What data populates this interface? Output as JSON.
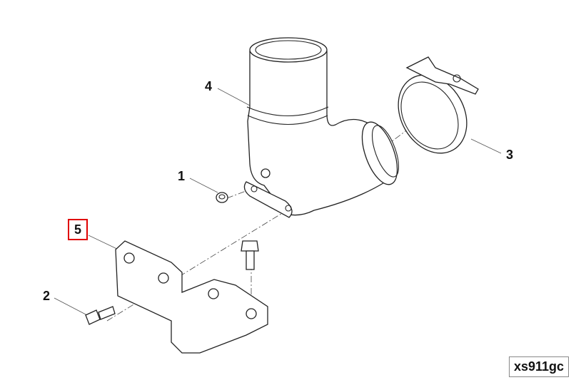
{
  "diagram": {
    "callouts": [
      {
        "id": "1",
        "label": "1"
      },
      {
        "id": "2",
        "label": "2"
      },
      {
        "id": "3",
        "label": "3"
      },
      {
        "id": "4",
        "label": "4"
      },
      {
        "id": "5",
        "label": "5",
        "selected": true
      }
    ],
    "drawing_code": "xs911gc",
    "highlight_color": "#e00000"
  }
}
